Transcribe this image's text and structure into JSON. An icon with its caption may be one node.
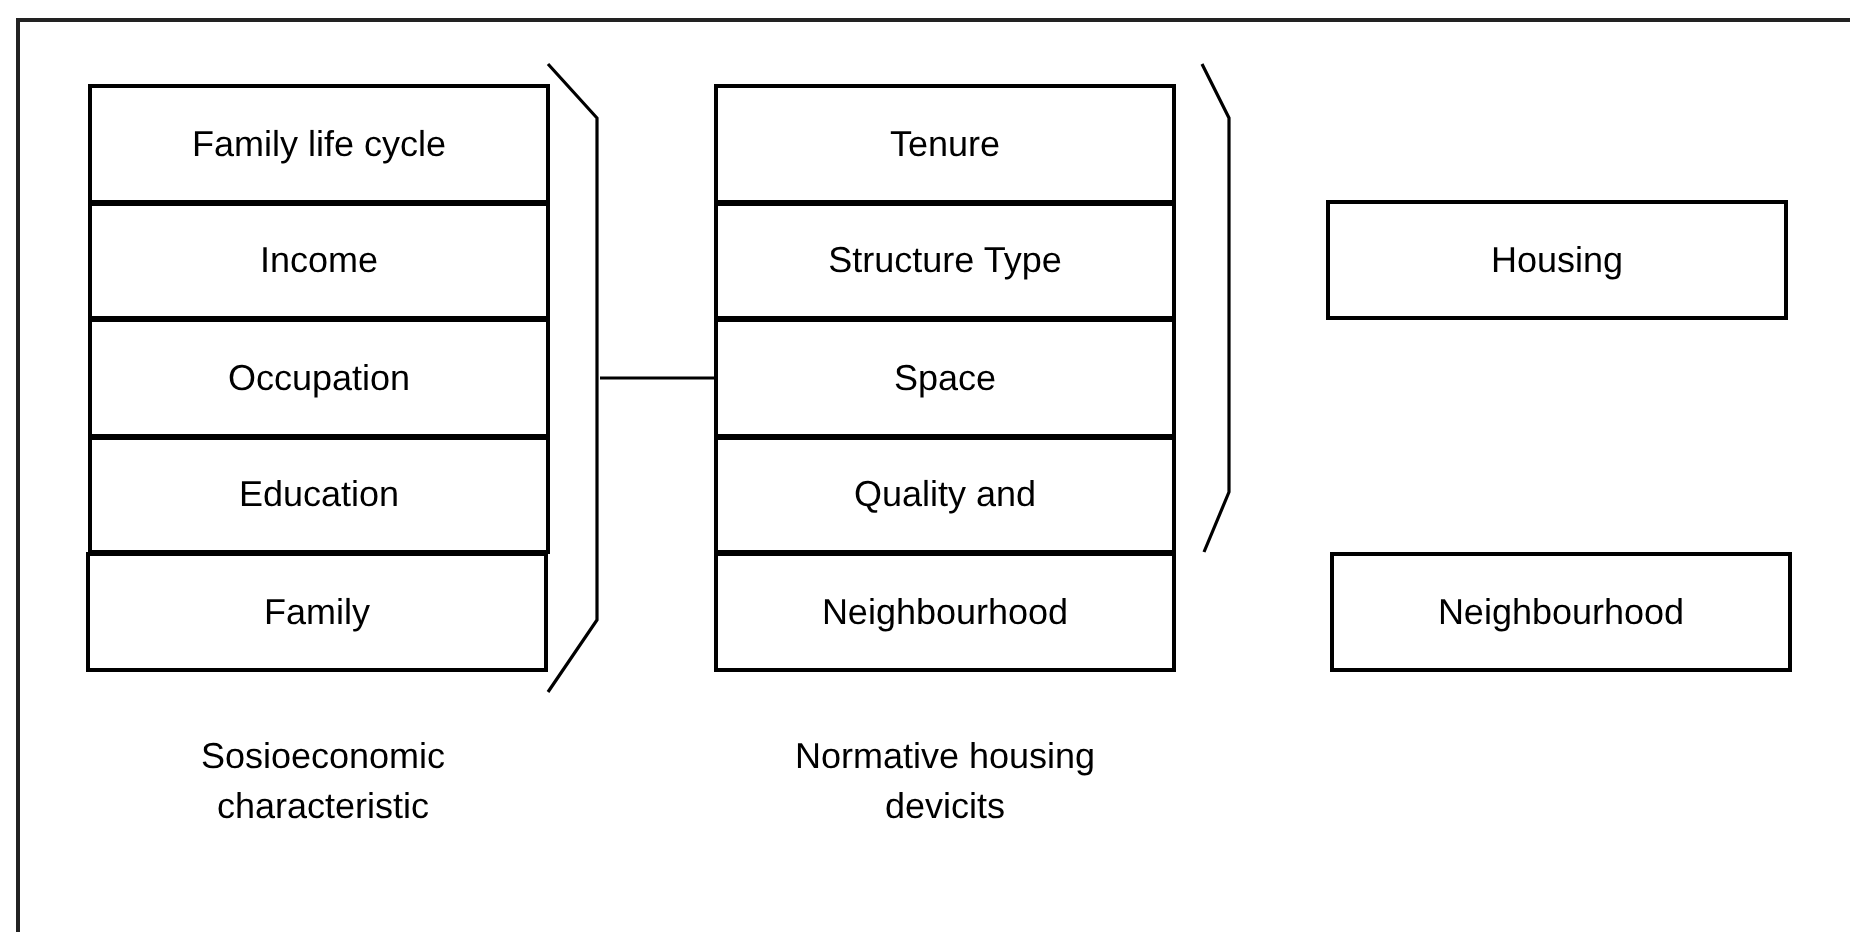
{
  "diagram": {
    "nodes": [
      {
        "text": [
          "Family life cycle"
        ]
      },
      {
        "text": [
          "Income"
        ]
      },
      {
        "text": [
          "Occupation"
        ]
      },
      {
        "text": [
          "Education"
        ]
      },
      {
        "text": [
          "Family"
        ]
      },
      {
        "text": [],
        "shape": "bracket"
      },
      {
        "text": [
          "Tenure"
        ]
      },
      {
        "text": [
          "Structure Type"
        ]
      },
      {
        "text": [
          "Space"
        ]
      },
      {
        "text": [
          "Quality and"
        ]
      },
      {
        "text": [
          "Neighbourhood"
        ]
      },
      {
        "text": [],
        "shape": "bracket"
      },
      {
        "text": [
          "Housing"
        ]
      },
      {
        "text": [
          "Neighbourhood"
        ]
      }
    ],
    "edges": [
      {
        "from": 5,
        "to": 8,
        "arrow": "none"
      }
    ],
    "labels": [
      "Sosioeconomic characteristic",
      "Normative housing devicits"
    ]
  }
}
